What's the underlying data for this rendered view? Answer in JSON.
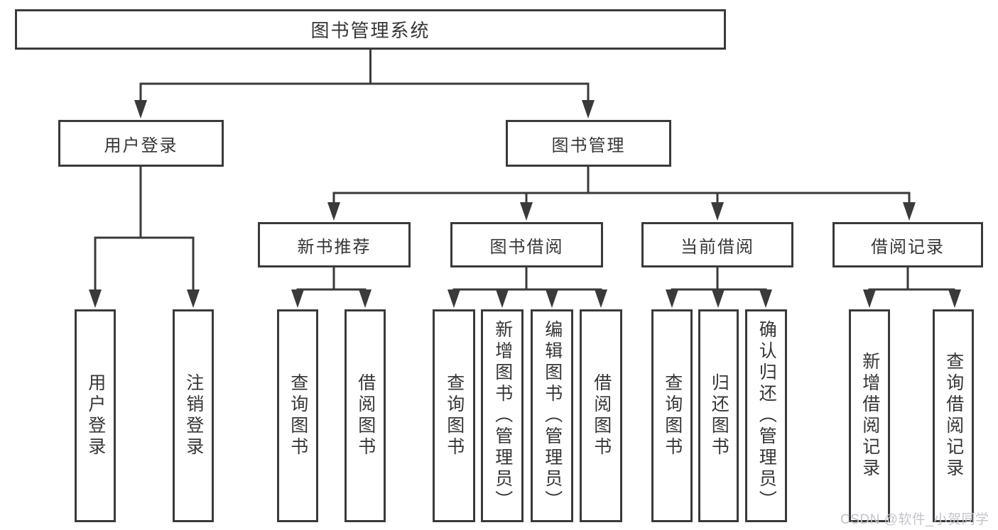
{
  "colors": {
    "line": "#3a3a3a",
    "text": "#363636",
    "box_background": "#ffffff",
    "watermark": "#c4c4cc"
  },
  "watermark": {
    "text": "CSDN @软件_小贺同学"
  },
  "tree": {
    "root": {
      "label": "图书管理系统",
      "children": [
        {
          "label": "用户登录",
          "children": [
            {
              "label": "用户登录"
            },
            {
              "label": "注销登录"
            }
          ]
        },
        {
          "label": "图书管理",
          "children": [
            {
              "label": "新书推荐",
              "children": [
                {
                  "label": "查询图书"
                },
                {
                  "label": "借阅图书"
                }
              ]
            },
            {
              "label": "图书借阅",
              "children": [
                {
                  "label": "查询图书"
                },
                {
                  "label": "新增图书（管理员）"
                },
                {
                  "label": "编辑图书（管理员）"
                },
                {
                  "label": "借阅图书"
                }
              ]
            },
            {
              "label": "当前借阅",
              "children": [
                {
                  "label": "查询图书"
                },
                {
                  "label": "归还图书"
                },
                {
                  "label": "确认归还（管理员）"
                }
              ]
            },
            {
              "label": "借阅记录",
              "children": [
                {
                  "label": "新增借阅记录"
                },
                {
                  "label": "查询借阅记录"
                }
              ]
            }
          ]
        }
      ]
    }
  }
}
